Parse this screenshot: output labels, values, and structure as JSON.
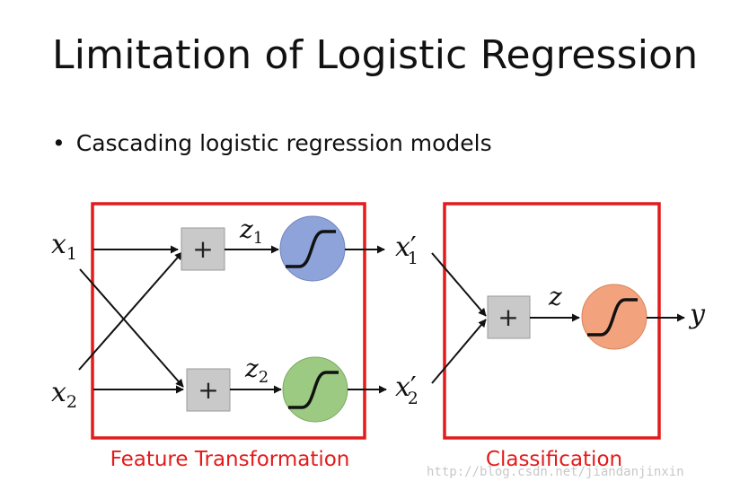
{
  "slide": {
    "title": "Limitation of Logistic Regression",
    "bullet_symbol": "•",
    "bullet_text": "Cascading logistic regression models"
  },
  "diagram": {
    "inputs": {
      "x1": {
        "base": "x",
        "sub": "1"
      },
      "x2": {
        "base": "x",
        "sub": "2"
      }
    },
    "feature_transformation": {
      "label": "Feature Transformation",
      "box_color": "#e31b1b",
      "neuron1": {
        "sum_symbol": "+",
        "z_base": "z",
        "z_sub": "1",
        "circle_color": "#8ea3d9"
      },
      "neuron2": {
        "sum_symbol": "+",
        "z_base": "z",
        "z_sub": "2",
        "circle_color": "#9cca82"
      }
    },
    "transformed": {
      "x1p": {
        "base": "x",
        "prime": "′",
        "sub": "1"
      },
      "x2p": {
        "base": "x",
        "prime": "′",
        "sub": "2"
      }
    },
    "classification": {
      "label": "Classification",
      "box_color": "#e31b1b",
      "sum_symbol": "+",
      "z_label": "z",
      "circle_color": "#f2a37e"
    },
    "output": {
      "label": "y"
    }
  },
  "watermark": "http://blog.csdn.net/jiandanjinxin"
}
